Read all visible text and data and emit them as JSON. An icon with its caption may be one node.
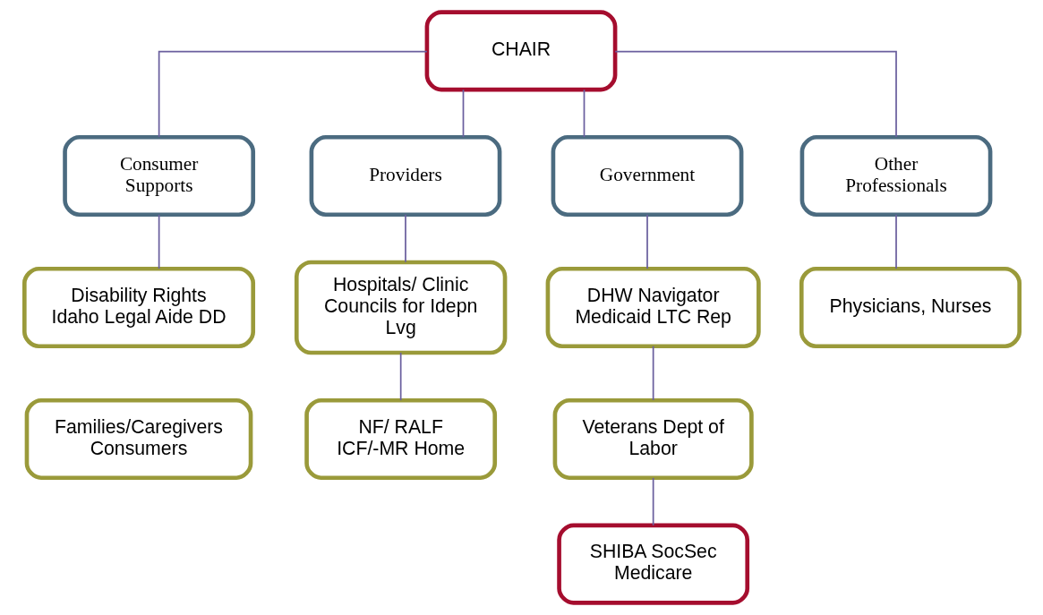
{
  "diagram": {
    "nodes": [
      {
        "text": [
          "CHAIR"
        ]
      },
      {
        "text": [
          "Consumer Supports"
        ]
      },
      {
        "text": [
          "Providers"
        ]
      },
      {
        "text": [
          "Government"
        ]
      },
      {
        "text": [
          "Other Professionals"
        ]
      },
      {
        "text": [
          "Disability Rights Idaho Legal Aide DD"
        ]
      },
      {
        "text": [
          "Families/Caregivers Consumers"
        ]
      },
      {
        "text": [
          "Hospitals/ Clinic Councils for Idepn Lvg"
        ]
      },
      {
        "text": [
          "NF/ RALF ICF/-MR Home"
        ]
      },
      {
        "text": [
          "DHW Navigator Medicaid LTC Rep"
        ]
      },
      {
        "text": [
          "Veterans Dept of Labor"
        ]
      },
      {
        "text": [
          "SHIBA SocSec Medicare"
        ]
      },
      {
        "text": [
          "Physicians, Nurses"
        ]
      }
    ],
    "edges": [
      {
        "from": 0,
        "to": 1,
        "arrow": "none"
      },
      {
        "from": 0,
        "to": 2,
        "arrow": "none"
      },
      {
        "from": 0,
        "to": 3,
        "arrow": "none"
      },
      {
        "from": 0,
        "to": 4,
        "arrow": "none"
      },
      {
        "from": 1,
        "to": 5,
        "arrow": "none"
      },
      {
        "from": 2,
        "to": 7,
        "arrow": "none"
      },
      {
        "from": 7,
        "to": 8,
        "arrow": "none"
      },
      {
        "from": 3,
        "to": 9,
        "arrow": "none"
      },
      {
        "from": 9,
        "to": 10,
        "arrow": "none"
      },
      {
        "from": 10,
        "to": 11,
        "arrow": "none"
      },
      {
        "from": 4,
        "to": 12,
        "arrow": "none"
      }
    ]
  }
}
